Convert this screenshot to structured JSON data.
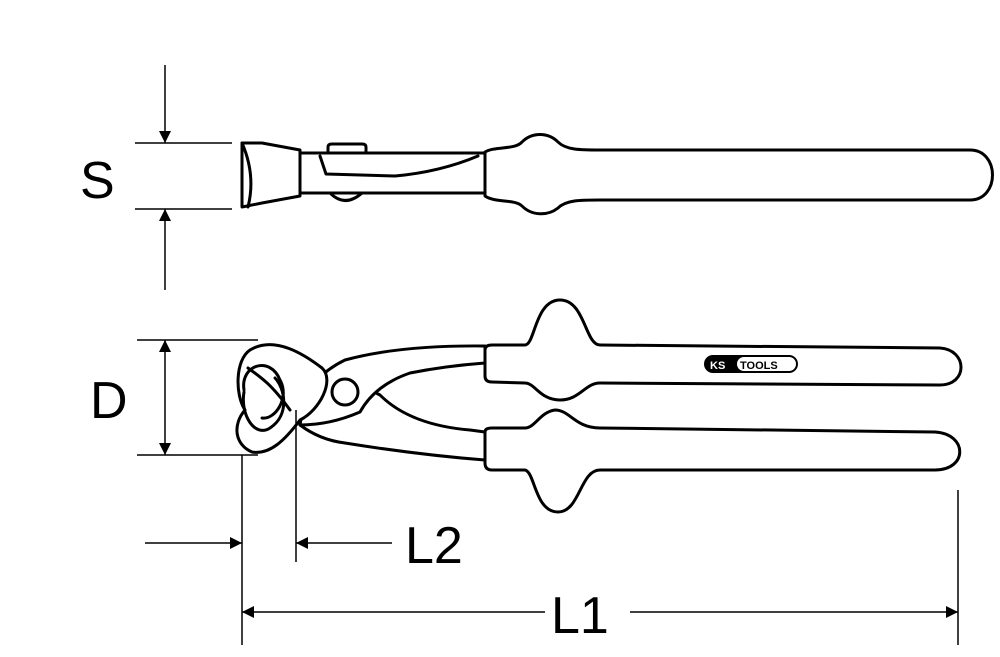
{
  "labels": {
    "s": "S",
    "d": "D",
    "l1": "L1",
    "l2": "L2"
  },
  "logo": {
    "ks": "KS",
    "tools": "TOOLS"
  },
  "colors": {
    "line": "#000000",
    "background": "#ffffff"
  }
}
